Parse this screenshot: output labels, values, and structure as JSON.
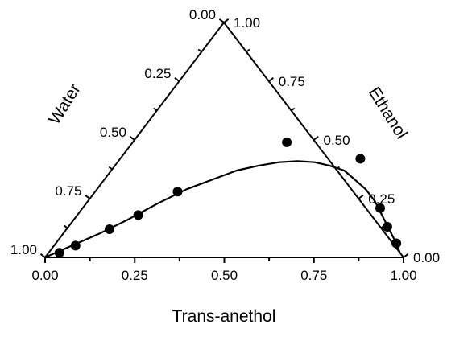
{
  "chart_data": {
    "type": "ternary-scatter-line",
    "axes": {
      "bottom": {
        "label": "Trans-anethol",
        "ticks": [
          "0.00",
          "0.25",
          "0.50",
          "0.75",
          "1.00"
        ]
      },
      "left": {
        "label": "Water",
        "ticks": [
          "1.00",
          "0.75",
          "0.50",
          "0.25",
          "0.00"
        ]
      },
      "right": {
        "label": "Ethanol",
        "ticks": [
          "0.00",
          "0.25",
          "0.50",
          "0.75",
          "1.00"
        ]
      }
    },
    "points": [
      {
        "trans_anethol": 0.03,
        "ethanol": 0.02
      },
      {
        "trans_anethol": 0.06,
        "ethanol": 0.05
      },
      {
        "trans_anethol": 0.12,
        "ethanol": 0.12
      },
      {
        "trans_anethol": 0.17,
        "ethanol": 0.18
      },
      {
        "trans_anethol": 0.23,
        "ethanol": 0.28
      },
      {
        "trans_anethol": 0.43,
        "ethanol": 0.49
      },
      {
        "trans_anethol": 0.67,
        "ethanol": 0.42
      },
      {
        "trans_anethol": 0.83,
        "ethanol": 0.21
      },
      {
        "trans_anethol": 0.89,
        "ethanol": 0.13
      },
      {
        "trans_anethol": 0.95,
        "ethanol": 0.06
      }
    ],
    "curve": [
      {
        "trans_anethol": 0.0,
        "ethanol": 0.0
      },
      {
        "trans_anethol": 0.05,
        "ethanol": 0.05
      },
      {
        "trans_anethol": 0.1,
        "ethanol": 0.1
      },
      {
        "trans_anethol": 0.15,
        "ethanol": 0.16
      },
      {
        "trans_anethol": 0.2,
        "ethanol": 0.23
      },
      {
        "trans_anethol": 0.25,
        "ethanol": 0.29
      },
      {
        "trans_anethol": 0.3,
        "ethanol": 0.33
      },
      {
        "trans_anethol": 0.35,
        "ethanol": 0.37
      },
      {
        "trans_anethol": 0.4,
        "ethanol": 0.39
      },
      {
        "trans_anethol": 0.45,
        "ethanol": 0.405
      },
      {
        "trans_anethol": 0.5,
        "ethanol": 0.41
      },
      {
        "trans_anethol": 0.55,
        "ethanol": 0.405
      },
      {
        "trans_anethol": 0.6,
        "ethanol": 0.39
      },
      {
        "trans_anethol": 0.65,
        "ethanol": 0.37
      },
      {
        "trans_anethol": 0.7,
        "ethanol": 0.33
      },
      {
        "trans_anethol": 0.75,
        "ethanol": 0.29
      },
      {
        "trans_anethol": 0.8,
        "ethanol": 0.24
      },
      {
        "trans_anethol": 0.85,
        "ethanol": 0.18
      },
      {
        "trans_anethol": 0.9,
        "ethanol": 0.12
      },
      {
        "trans_anethol": 0.95,
        "ethanol": 0.06
      },
      {
        "trans_anethol": 0.98,
        "ethanol": 0.02
      }
    ]
  }
}
